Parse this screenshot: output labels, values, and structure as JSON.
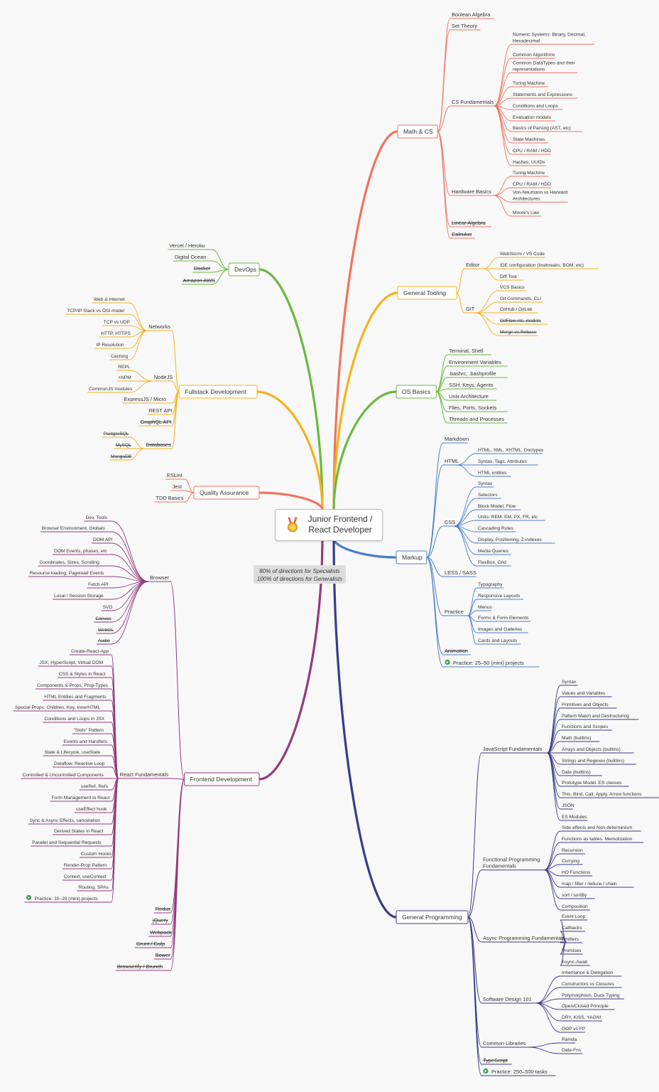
{
  "center": {
    "title": "Junior Frontend /\nReact Developer",
    "icon": "medal-icon"
  },
  "note": {
    "line1": "80% of directions for Specialists",
    "line2": "100% of directions for Generalists"
  },
  "colors": {
    "math": "#f0735d",
    "tooling": "#f5b21c",
    "os": "#6ab93f",
    "markup": "#4a7ec9",
    "prog": "#3a3a8c",
    "devops": "#6ab93f",
    "fullstack": "#f5b21c",
    "qa": "#f0735d",
    "frontend": "#93397e"
  },
  "branches": [
    {
      "label": "Math & CS",
      "color": "#f0735d",
      "children": [
        {
          "label": "Boolean Algebra"
        },
        {
          "label": "Set Theory"
        },
        {
          "label": "CS Fundamentals",
          "children": [
            {
              "label": "Numeric Systems: Binary, Decimal,\nHexadecimal"
            },
            {
              "label": "Common Algorithms"
            },
            {
              "label": "Common DataTypes and their\nrepresentations"
            },
            {
              "label": "Turing Machine"
            },
            {
              "label": "Statements and Expressions"
            },
            {
              "label": "Conditions and Loops"
            },
            {
              "label": "Evaluation models"
            },
            {
              "label": "Basics of Parsing (AST, etc)"
            },
            {
              "label": "State Machines"
            },
            {
              "label": "CPU / RAM / HDD"
            },
            {
              "label": "Hashes, UUIDs"
            }
          ]
        },
        {
          "label": "Hardware Basics",
          "children": [
            {
              "label": "Turing Machine"
            },
            {
              "label": "CPU / RAM / HDD"
            },
            {
              "label": "Von-Neumann vs Harward\nArchitectures"
            },
            {
              "label": "Moore's Law"
            }
          ]
        },
        {
          "label": "Linear Algebra",
          "strike": true
        },
        {
          "label": "Calculus",
          "strike": true
        }
      ]
    },
    {
      "label": "General Tooling",
      "color": "#f5b21c",
      "children": [
        {
          "label": "Editor",
          "children": [
            {
              "label": "WebStorm / VS Code"
            },
            {
              "label": "IDE configuration (linebreaks, BOM, etc)"
            },
            {
              "label": "Diff Tool"
            }
          ]
        },
        {
          "label": "GIT",
          "children": [
            {
              "label": "VCS Basics"
            },
            {
              "label": "Git Commands, CLI"
            },
            {
              "label": "GitHub / GitLab"
            },
            {
              "label": "GitFlow etc. models",
              "strike": true
            },
            {
              "label": "Merge vs Rebase",
              "strike": true
            }
          ]
        }
      ]
    },
    {
      "label": "OS Basics",
      "color": "#6ab93f",
      "children": [
        {
          "label": "Terminal, Shell"
        },
        {
          "label": "Environment Variables"
        },
        {
          "label": ".bashrc, .bashprofile"
        },
        {
          "label": "SSH, Keys, Agents"
        },
        {
          "label": "Unix Architecture"
        },
        {
          "label": "Files, Ports, Sockets"
        },
        {
          "label": "Threads and Processes"
        }
      ]
    },
    {
      "label": "Markup",
      "color": "#4a7ec9",
      "children": [
        {
          "label": "Markdown"
        },
        {
          "label": "HTML",
          "children": [
            {
              "label": "HTML, XML, XHTML, Doctypes"
            },
            {
              "label": "Syntax, Tags, Attributes"
            },
            {
              "label": "HTML entities"
            }
          ]
        },
        {
          "label": "CSS",
          "children": [
            {
              "label": "Syntax"
            },
            {
              "label": "Selectors"
            },
            {
              "label": "Block Model, Flow"
            },
            {
              "label": "Units: REM, EM, PX, FR, etc"
            },
            {
              "label": "Cascading Rules"
            },
            {
              "label": "Display, Positioning, Z-indexes"
            },
            {
              "label": "Media Queries"
            },
            {
              "label": "FlexBox, Grid"
            }
          ]
        },
        {
          "label": "LESS / SASS"
        },
        {
          "label": "Practice",
          "children": [
            {
              "label": "Typography"
            },
            {
              "label": "Responsive Layouts"
            },
            {
              "label": "Menus"
            },
            {
              "label": "Forms & Form Elements"
            },
            {
              "label": "Images and Galleries"
            },
            {
              "label": "Cards and Layouts"
            }
          ]
        },
        {
          "label": "Animation",
          "strike": true
        },
        {
          "label": "Practice: 25–50 (mini) projects",
          "play": true
        }
      ]
    },
    {
      "label": "General Programming",
      "color": "#3a3a8c",
      "children": [
        {
          "label": "JavaScript Fundamentals",
          "children": [
            {
              "label": "Syntax"
            },
            {
              "label": "Values and Variables"
            },
            {
              "label": "Primitives and Objects"
            },
            {
              "label": "Pattern Match and Destructuring"
            },
            {
              "label": "Functions and Scopes"
            },
            {
              "label": "Math (builtins)"
            },
            {
              "label": "Arrays and Objects (builtins)"
            },
            {
              "label": "Strings and Regexes (builtins)"
            },
            {
              "label": "Date  (builtins)"
            },
            {
              "label": "Prototype Model. ES classes"
            },
            {
              "label": "This, Bind, Call, Apply. Arrow functions"
            },
            {
              "label": "JSON"
            },
            {
              "label": "ES Modules"
            }
          ]
        },
        {
          "label": "Functional Programming\nFundamentals",
          "children": [
            {
              "label": "Side effects and Non-determinism"
            },
            {
              "label": "Functions as tables. Memolization"
            },
            {
              "label": "Recursion"
            },
            {
              "label": "Currying"
            },
            {
              "label": "HO Functions"
            },
            {
              "label": "map / filter / reduce / chain"
            },
            {
              "label": "sort / sortBy"
            },
            {
              "label": "Composition"
            }
          ]
        },
        {
          "label": "Async Programming Fundamentals",
          "children": [
            {
              "label": "Event Loop"
            },
            {
              "label": "Callbacks"
            },
            {
              "label": "Emitters"
            },
            {
              "label": "Promises"
            },
            {
              "label": "Async-Await"
            }
          ]
        },
        {
          "label": "Software Design 101",
          "children": [
            {
              "label": "Inheritance & Delegation"
            },
            {
              "label": "Constructors vs Closures"
            },
            {
              "label": "Polymorphism. Duck Typing"
            },
            {
              "label": "Open/Closed Principle"
            },
            {
              "label": "DRY, KISS, YAGNI"
            },
            {
              "label": "OOP vs FP"
            }
          ]
        },
        {
          "label": "Common Libraries",
          "children": [
            {
              "label": "Ramda"
            },
            {
              "label": "Date-Fns"
            }
          ]
        },
        {
          "label": "TypeScript",
          "strike": true
        },
        {
          "label": "Practice: 250–500 tasks",
          "play": true
        }
      ]
    },
    {
      "label": "DevOps",
      "color": "#6ab93f",
      "children": [
        {
          "label": "Vercel / Heroku"
        },
        {
          "label": "Digital Ocean"
        },
        {
          "label": "Docker",
          "strike": true
        },
        {
          "label": "Amazon AWS",
          "strike": true
        }
      ]
    },
    {
      "label": "Fullstack Development",
      "color": "#f5b21c",
      "children": [
        {
          "label": "Networks",
          "children": [
            {
              "label": "Web & Internet"
            },
            {
              "label": "TCP/IP Stack vs OSI model"
            },
            {
              "label": "TCP vs UDP"
            },
            {
              "label": "HTTP, HTTPS"
            },
            {
              "label": "IP Resolution"
            },
            {
              "label": "Caching"
            }
          ]
        },
        {
          "label": "NodeJS",
          "children": [
            {
              "label": "REPL"
            },
            {
              "label": "+NPM"
            },
            {
              "label": "CommonJS modules"
            }
          ]
        },
        {
          "label": "ExpressJS / Micro"
        },
        {
          "label": "REST API"
        },
        {
          "label": "GraphQL API",
          "strike": true
        },
        {
          "label": "Databases",
          "strike": true,
          "children": [
            {
              "label": "PostgreSQL",
              "strike": true
            },
            {
              "label": "MySQL",
              "strike": true
            },
            {
              "label": "MongoDB",
              "strike": true
            }
          ]
        }
      ]
    },
    {
      "label": "Quality Assurance",
      "color": "#f0735d",
      "children": [
        {
          "label": "ESLint"
        },
        {
          "label": "Jest"
        },
        {
          "label": "TDD Basics"
        }
      ]
    },
    {
      "label": "Frontend Development",
      "color": "#93397e",
      "children": [
        {
          "label": "Browser",
          "children": [
            {
              "label": "Dev. Tools"
            },
            {
              "label": "Browser Environment, Globals"
            },
            {
              "label": "DOM API"
            },
            {
              "label": "DOM Events, phases, etc"
            },
            {
              "label": "Coordinates, Sizes, Scrolling"
            },
            {
              "label": "Resource loading, Pageload Events"
            },
            {
              "label": "Fetch API"
            },
            {
              "label": "Local / Session Storage"
            },
            {
              "label": "SVG"
            },
            {
              "label": "Canvas",
              "strike": true
            },
            {
              "label": "WebGL",
              "strike": true
            },
            {
              "label": "Audio",
              "strike": true
            }
          ]
        },
        {
          "label": "React Fundamentals",
          "children": [
            {
              "label": "Create-React-App"
            },
            {
              "label": "JSX, HyperScript, Virtual DOM"
            },
            {
              "label": "CSS & Styles in React"
            },
            {
              "label": "Components & Props, Prop-Types"
            },
            {
              "label": "HTML Entities and Fragments"
            },
            {
              "label": "Special Props: Children, Key, InnerHTML"
            },
            {
              "label": "Conditions and Loops in JSX"
            },
            {
              "label": "\"Slots\" Pattern"
            },
            {
              "label": "Events and Handlers"
            },
            {
              "label": "State & Lifecycle, useState"
            },
            {
              "label": "Dataflow, Reactive Loop"
            },
            {
              "label": "Controlled & Uncontrolled Components"
            },
            {
              "label": "useRef, Refs"
            },
            {
              "label": "Form Management in React"
            },
            {
              "label": "useEffect hook"
            },
            {
              "label": "Sync & Async Effects, cancelation"
            },
            {
              "label": "Derived States in React"
            },
            {
              "label": "Parallel and Sequential Requests"
            },
            {
              "label": "Custom Hooks"
            },
            {
              "label": "Render-Prop Pattern"
            },
            {
              "label": "Context, useContext"
            },
            {
              "label": "Routing, SPAs"
            },
            {
              "label": "Practice: 10–20 (mini) projects",
              "play": true
            }
          ]
        },
        {
          "label": "Redux",
          "strike": true
        },
        {
          "label": "jQuery",
          "strike": true
        },
        {
          "label": "Webpack",
          "strike": true
        },
        {
          "label": "Grunt / Gulp",
          "strike": true
        },
        {
          "label": "Bower",
          "strike": true
        },
        {
          "label": "Browserify / Brunch",
          "strike": true
        }
      ]
    }
  ]
}
